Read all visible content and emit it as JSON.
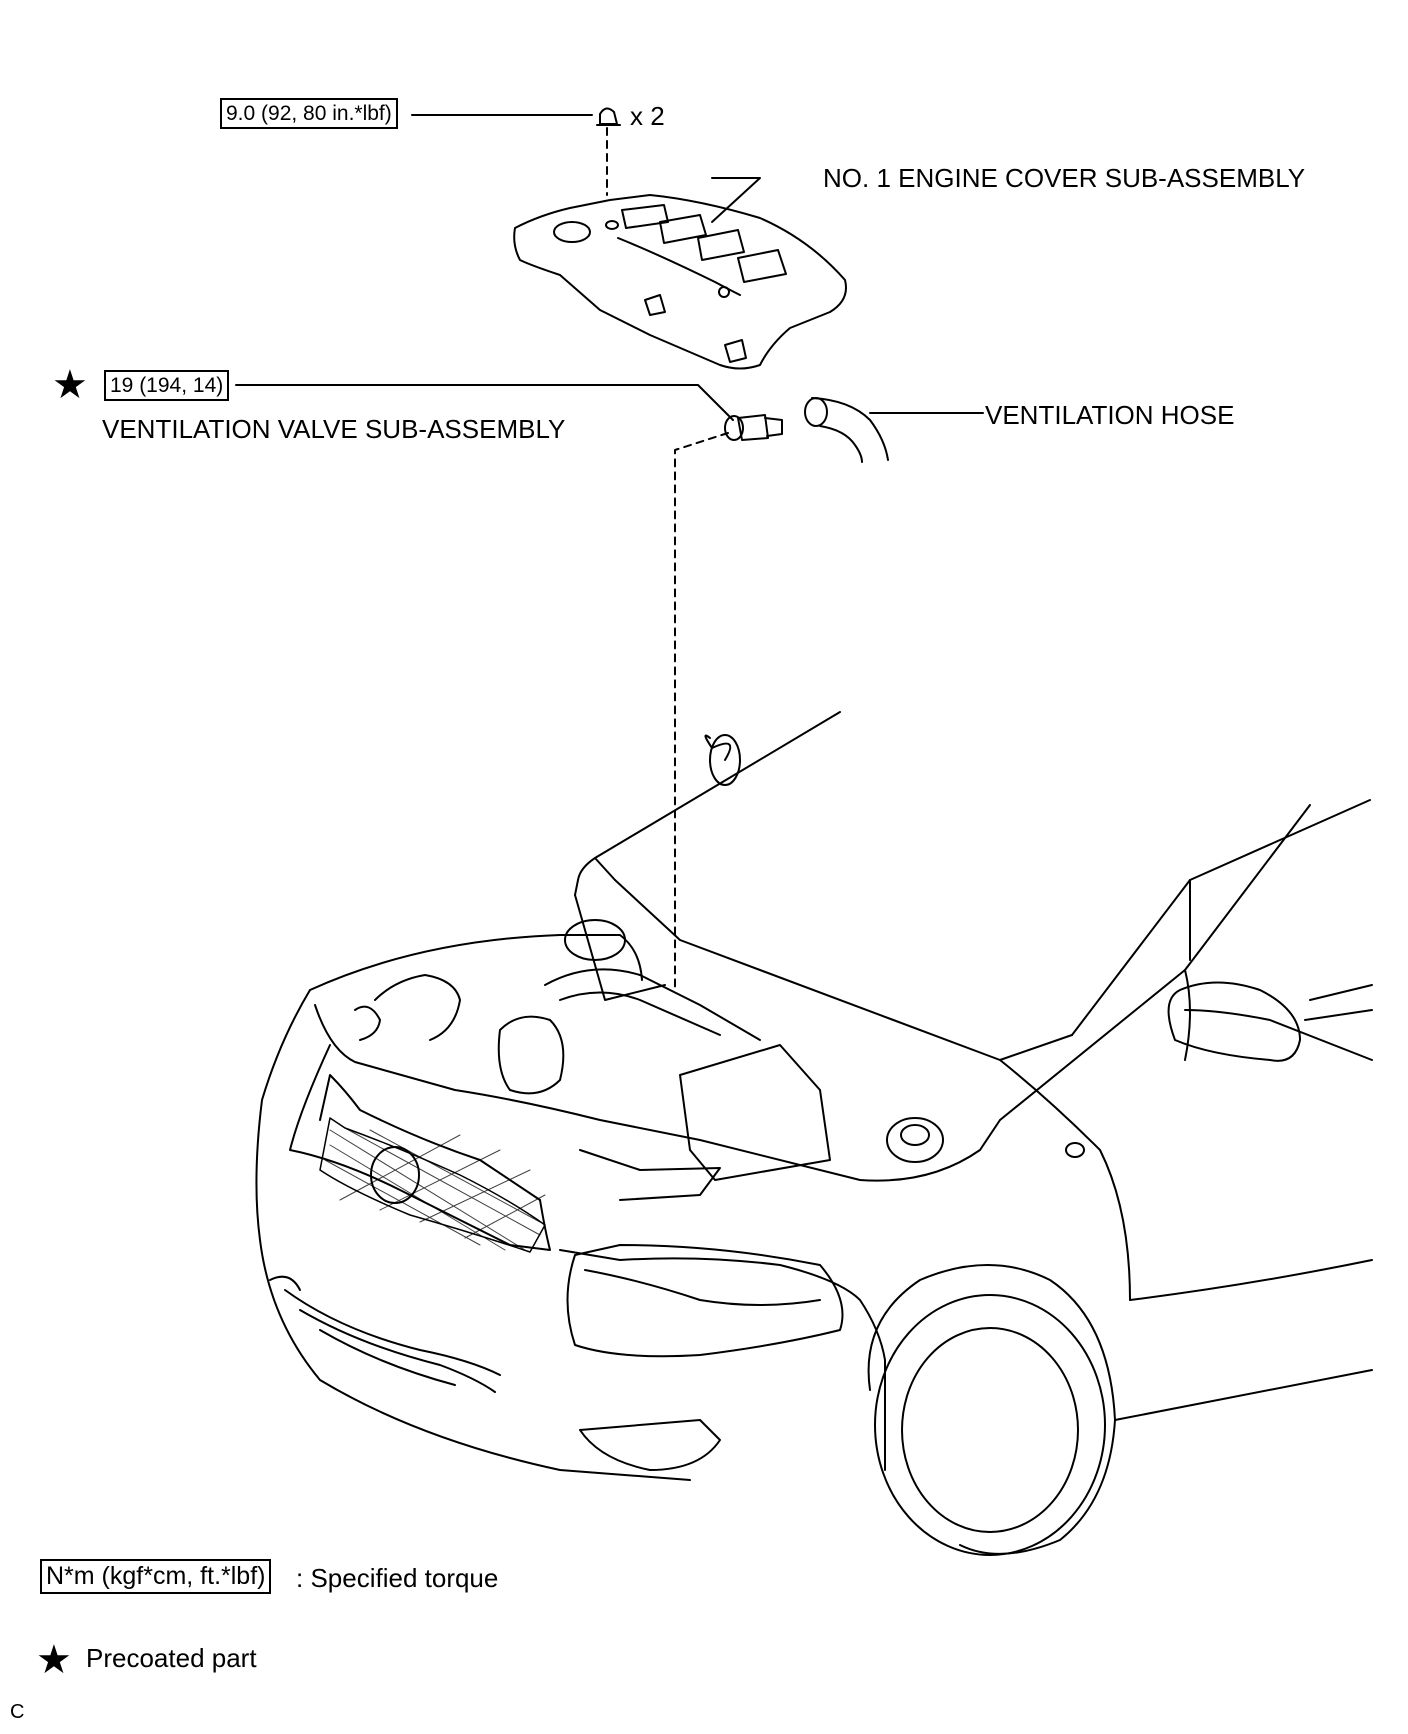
{
  "callouts": {
    "nut_torque": "9.0 (92, 80 in.*lbf)",
    "nut_qty": "x 2",
    "engine_cover": "NO. 1 ENGINE COVER SUB-ASSEMBLY",
    "valve_torque": "19 (194, 14)",
    "valve": "VENTILATION VALVE SUB-ASSEMBLY",
    "hose": "VENTILATION HOSE"
  },
  "legend": {
    "torque_box": "N*m (kgf*cm, ft.*lbf)",
    "torque_text": ": Specified torque",
    "precoat_text": "Precoated part",
    "star_symbol": "★"
  },
  "figure_code": "C"
}
